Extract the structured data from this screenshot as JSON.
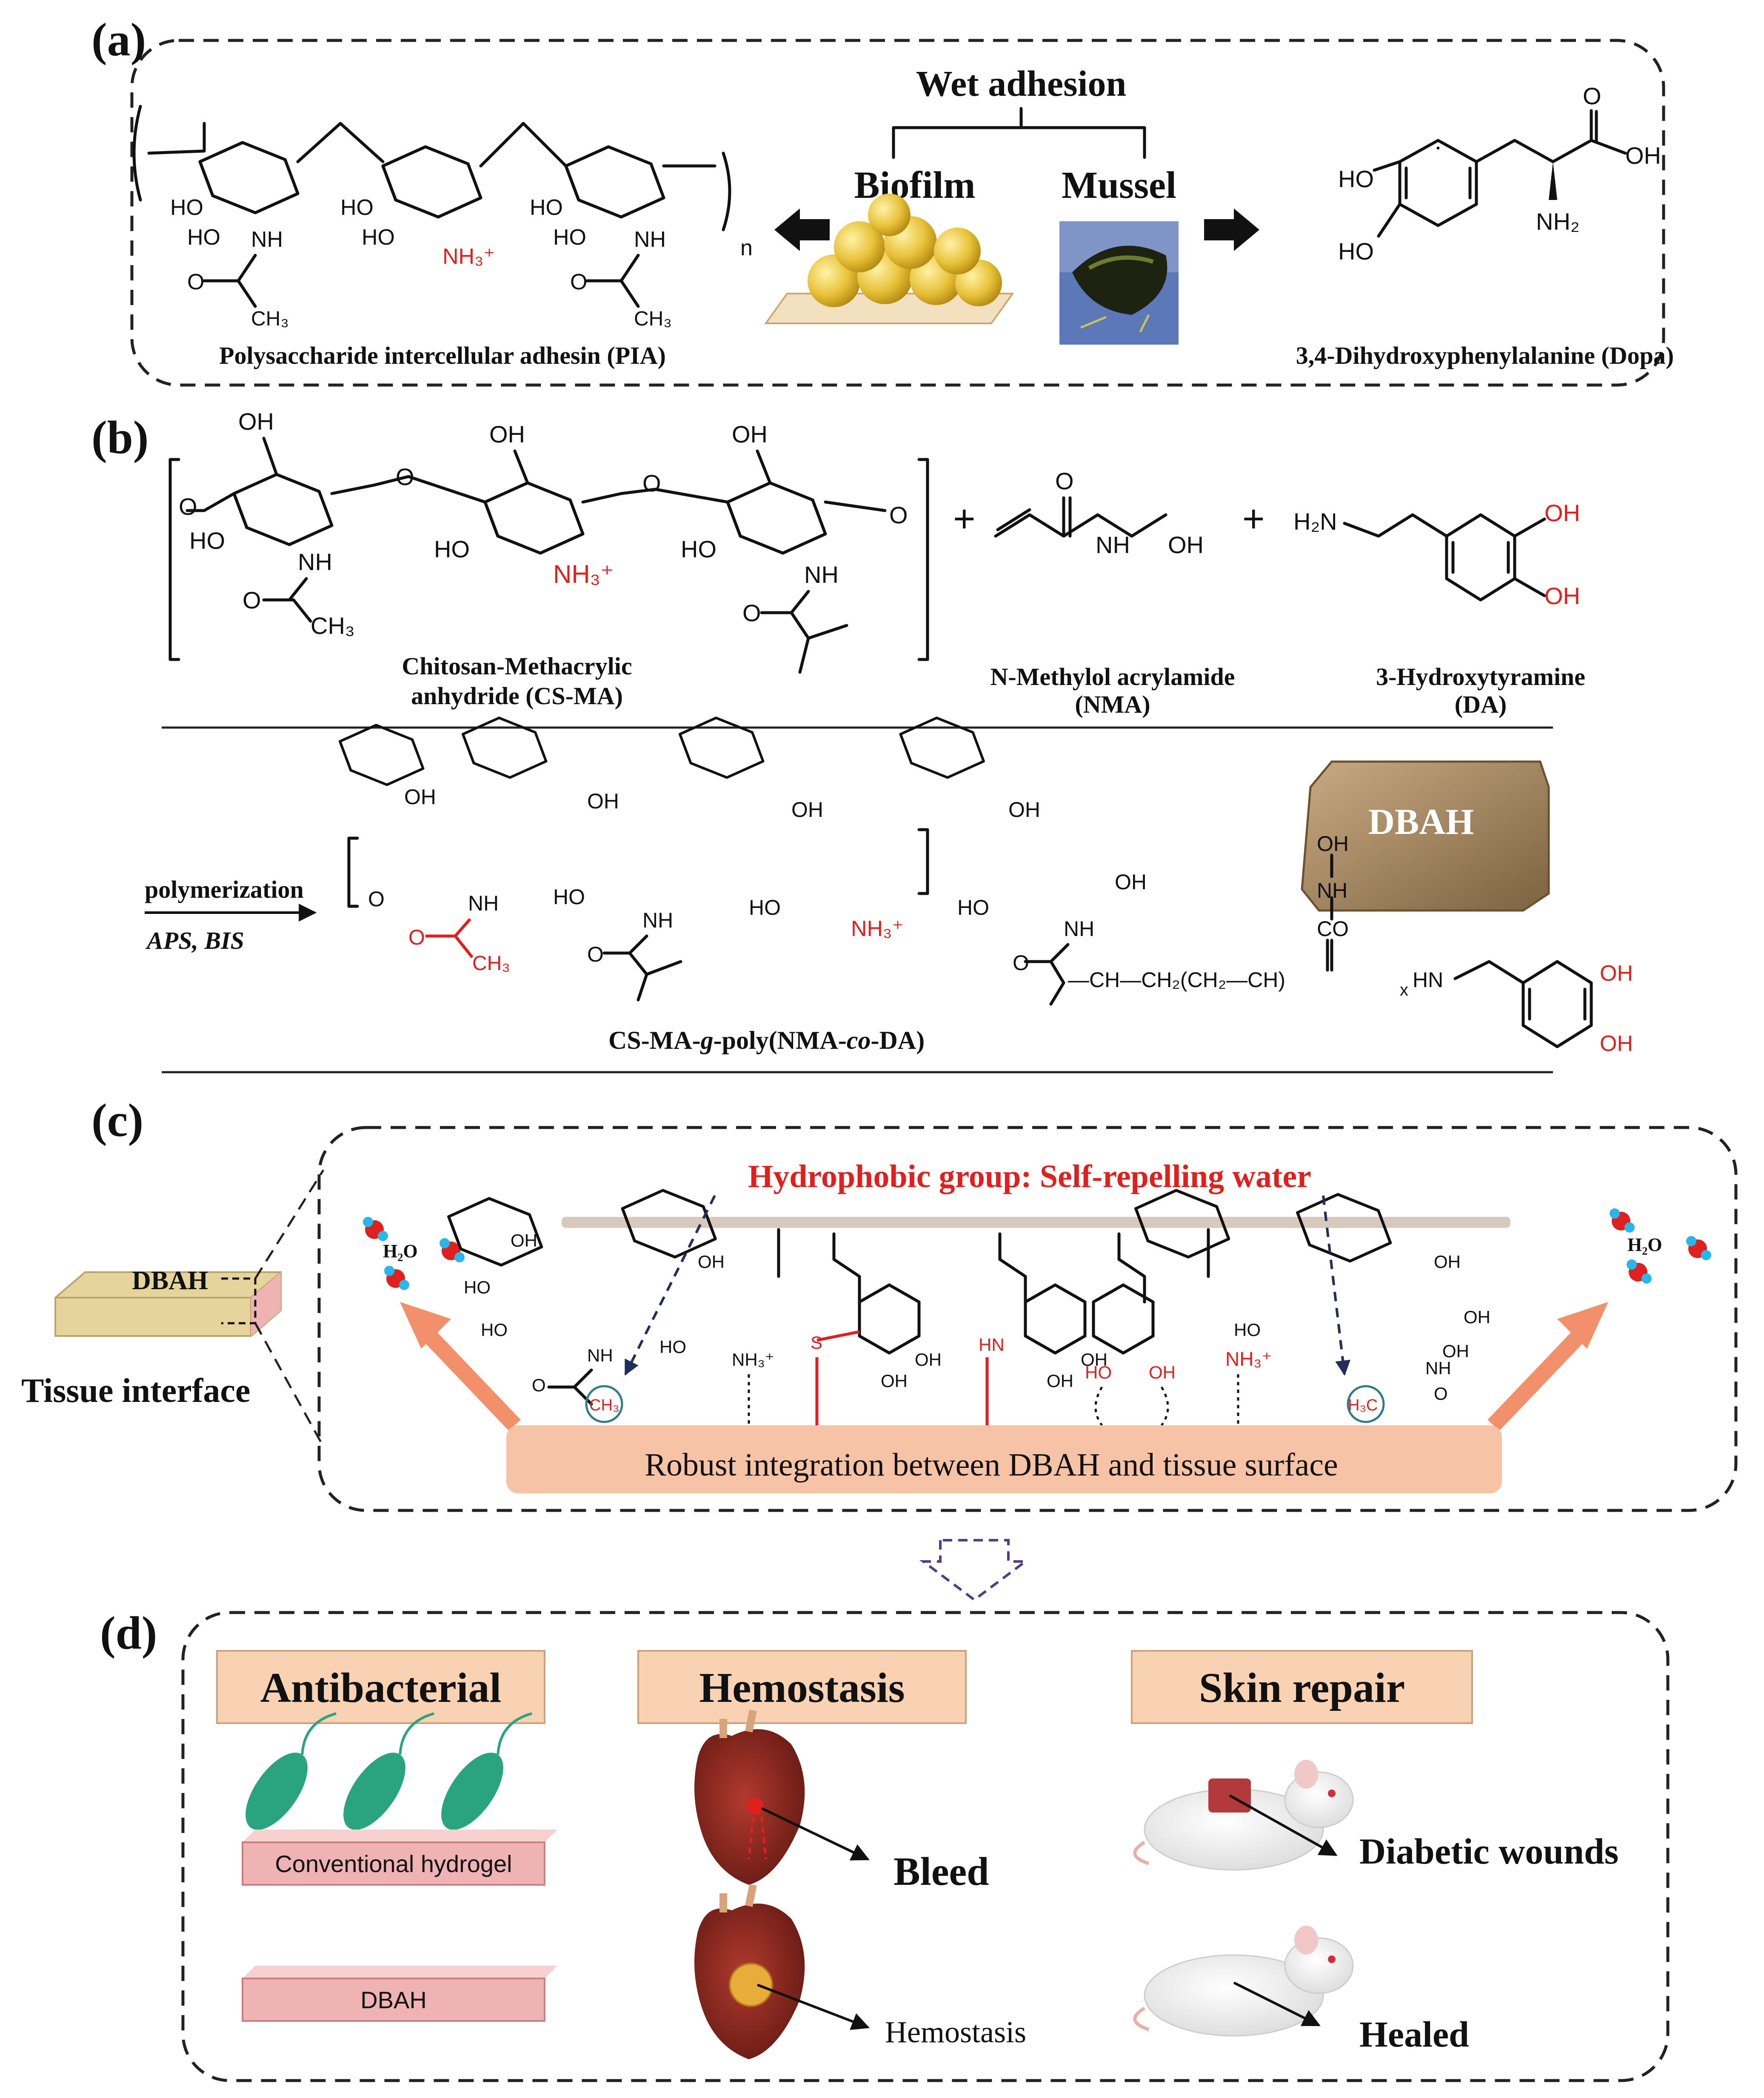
{
  "panels": {
    "a": {
      "tag": "(a)",
      "wet_adhesion": "Wet adhesion",
      "biofilm": "Biofilm",
      "mussel": "Mussel",
      "pia_caption": "Polysaccharide intercellular adhesin (PIA)",
      "dopa_caption": "3,4-Dihydroxyphenylalanine (Dopa)",
      "repeat_n": "n",
      "labels": {
        "ho": "HO",
        "oh": "OH",
        "o": "O",
        "nh": "NH",
        "nh3": "NH₃⁺",
        "ch3": "CH₃",
        "nh2": "NH₂"
      }
    },
    "b": {
      "tag": "(b)",
      "csma_caption": "Chitosan-Methacrylic\nanhydride (CS-MA)",
      "csma_line1": "Chitosan-Methacrylic",
      "csma_line2": "anhydride (CS-MA)",
      "nma_line1": "N-Methylol acrylamide",
      "nma_line2": "(NMA)",
      "da_line1": "3-Hydroxytyramine",
      "da_line2": "(DA)",
      "plus": "+",
      "polymerization": "polymerization",
      "reagents": "APS, BIS",
      "product_caption_a": "CS-MA-",
      "product_caption_g": "g",
      "product_caption_b": "-poly(NMA-",
      "product_caption_co": "co",
      "product_caption_c": "-DA)",
      "hydrogel_label": "DBAH",
      "labels": {
        "oh": "OH",
        "ho": "HO",
        "o": "O",
        "nh": "NH",
        "h": "H",
        "h2n": "H₂N",
        "nh3": "NH₃⁺",
        "ch3": "CH₃",
        "co": "CO",
        "ch": "CH",
        "ch2": "CH₂",
        "x": "x",
        "hn": "HN",
        "chain": "—CH—CH₂(CH₂—CH)"
      }
    },
    "c": {
      "tag": "(c)",
      "hydrophobic": "Hydrophobic group: Self-repelling water",
      "water": "H₂O",
      "dbah_block": "DBAH",
      "tissue_interface": "Tissue interface",
      "integration": "Robust    integration  between DBAH and tissue surface",
      "labels": {
        "oh": "OH",
        "ho": "HO",
        "o": "O",
        "nh": "NH",
        "nh3": "NH₃⁺",
        "ch3": "CH₃",
        "h3c": "H₃C",
        "s": "S",
        "hn": "HN"
      }
    },
    "d": {
      "tag": "(d)",
      "antibacterial": "Antibacterial",
      "hemostasis_title": "Hemostasis",
      "skin_repair": "Skin repair",
      "conventional_hydrogel": "Conventional hydrogel",
      "dbah": "DBAH",
      "bleed": "Bleed",
      "hemostasis_label": "Hemostasis",
      "diabetic_wounds": "Diabetic wounds",
      "healed": "Healed"
    }
  },
  "colors": {
    "red_accent": "#e0201e",
    "salmon_box": "#f8d2b3",
    "salmon_bar": "#f6c3a6",
    "orange_arrow": "#f1906b",
    "navy_dash": "#1f2f5a",
    "bacteria_green": "#2aa37f",
    "hydrogel_pink": "#efb3b3",
    "dbah_gold": "#a88a63",
    "tissue_tan": "#e6d49d"
  }
}
